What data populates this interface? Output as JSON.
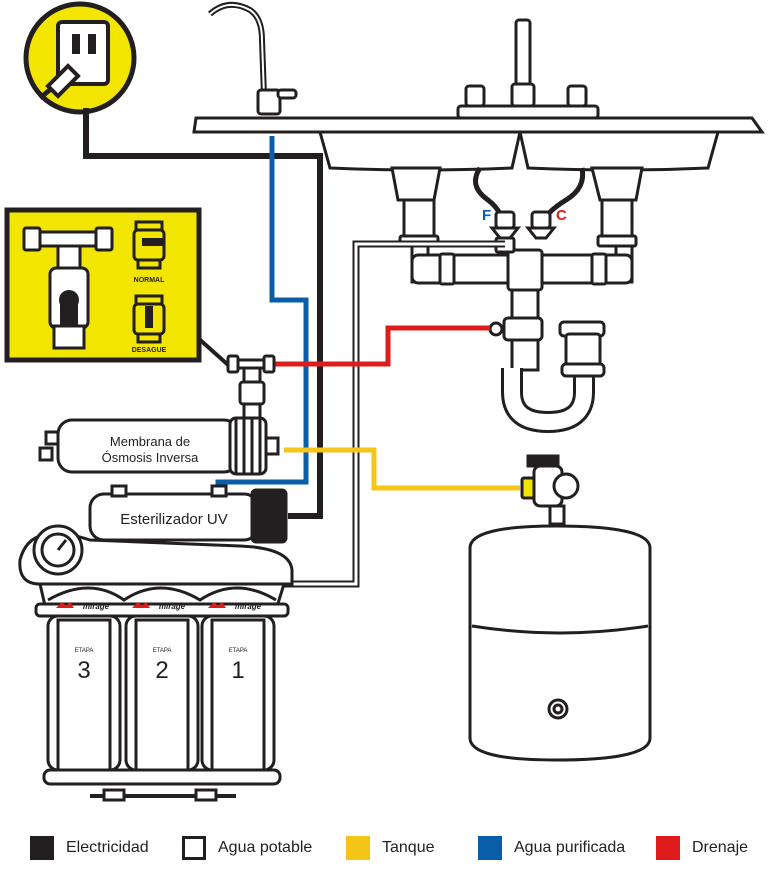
{
  "membrane": {
    "line1": "Membrana de",
    "line2": "Ósmosis Inversa"
  },
  "uv": {
    "label": "Esterilizador UV"
  },
  "valve_inset": {
    "normal": "NORMAL",
    "drain": "DESAGUE"
  },
  "faucet_letters": {
    "cold": "F",
    "hot": "C"
  },
  "filters": [
    {
      "brand": "mirage",
      "stage_word": "ETAPA",
      "stage": "3"
    },
    {
      "brand": "mirage",
      "stage_word": "ETAPA",
      "stage": "2"
    },
    {
      "brand": "mirage",
      "stage_word": "ETAPA",
      "stage": "1"
    }
  ],
  "legend": [
    {
      "label": "Electricidad",
      "color": "#231f20"
    },
    {
      "label": "Agua potable",
      "color": "#ffffff"
    },
    {
      "label": "Tanque",
      "color": "#f5c518"
    },
    {
      "label": "Agua purificada",
      "color": "#0a5ea8"
    },
    {
      "label": "Drenaje",
      "color": "#e01b1b"
    }
  ],
  "colors": {
    "inset_bg": "#f2e600",
    "outline": "#231f20"
  }
}
